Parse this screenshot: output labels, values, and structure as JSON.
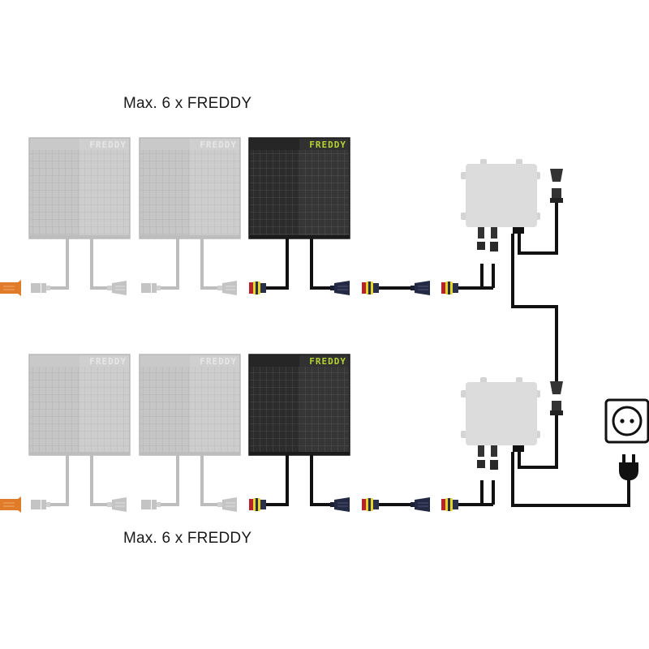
{
  "captions": {
    "top": "Max. 6 x FREDDY",
    "bottom": "Max. 6 x FREDDY"
  },
  "panel_brand": "FREDDY",
  "colors": {
    "panel_inactive": "#c8c8c8",
    "panel_active": "#2e2e2e",
    "brand_text_active": "#b5d334",
    "brand_text_inactive": "#e6e6e6",
    "cable_active": "#111111",
    "cable_inactive": "#bdbdbd",
    "end_cap": "#e07b2a",
    "inverter": "#dcdcdc",
    "connector_red": "#b8222a",
    "connector_yellow": "#e8d52a",
    "connector_navy": "#2a2f4a"
  },
  "rows": [
    {
      "id": "top",
      "panels": [
        {
          "state": "inactive"
        },
        {
          "state": "inactive"
        },
        {
          "state": "active"
        }
      ]
    },
    {
      "id": "bottom",
      "panels": [
        {
          "state": "inactive"
        },
        {
          "state": "inactive"
        },
        {
          "state": "active"
        }
      ]
    }
  ],
  "components": {
    "inverters": 2,
    "socket": "wall-socket",
    "plug": "schuko-plug"
  }
}
